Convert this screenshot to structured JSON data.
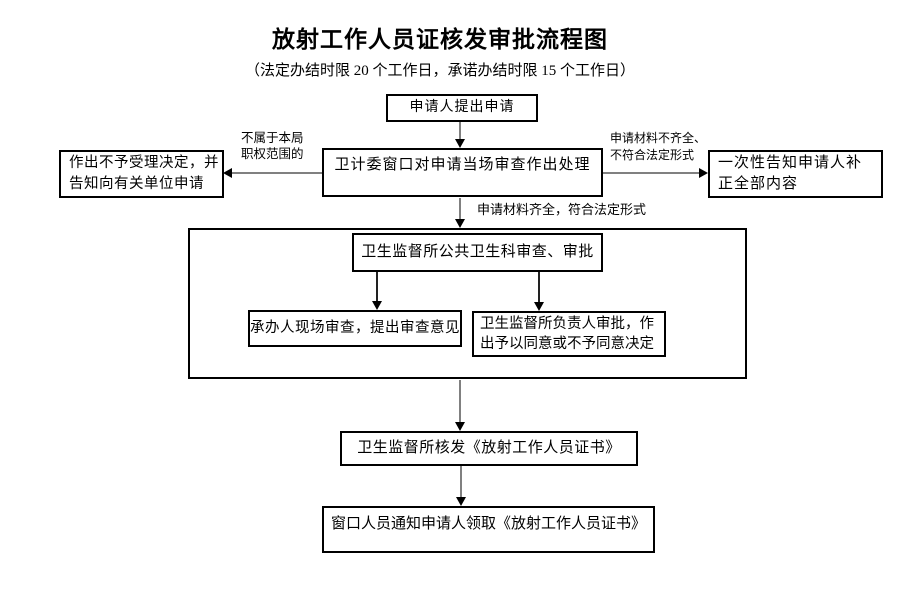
{
  "title": "放射工作人员证核发审批流程图",
  "subtitle": "（法定办结时限 20 个工作日，承诺办结时限 15 个工作日）",
  "flow": {
    "apply": "申请人提出申请",
    "window_review": "卫计委窗口对申请当场审查作出处理",
    "reject_notice": [
      "作出不予受理决定，并",
      "告知向有关单位申请"
    ],
    "supplement_notice": [
      "一次性告知申请人补",
      "正全部内容"
    ],
    "dept_review": "卫生监督所公共卫生科审查、审批",
    "site_review": "承办人现场审查，提出审查意见",
    "leader_decision": [
      "卫生监督所负责人审批，作",
      "出予以同意或不予同意决定"
    ],
    "issue_certificate": "卫生监督所核发《放射工作人员证书》",
    "pickup_notice": "窗口人员通知申请人领取《放射工作人员证书》"
  },
  "branch_labels": {
    "out_of_jurisdiction": [
      "不属于本局",
      "职权范围的"
    ],
    "materials_incomplete": [
      "申请材料不齐全、",
      "不符合法定形式"
    ],
    "materials_complete": "申请材料齐全，符合法定形式"
  },
  "colors": {
    "background": "#ffffff",
    "box_border": "#000000",
    "text": "#000000",
    "connector": "#808080"
  }
}
